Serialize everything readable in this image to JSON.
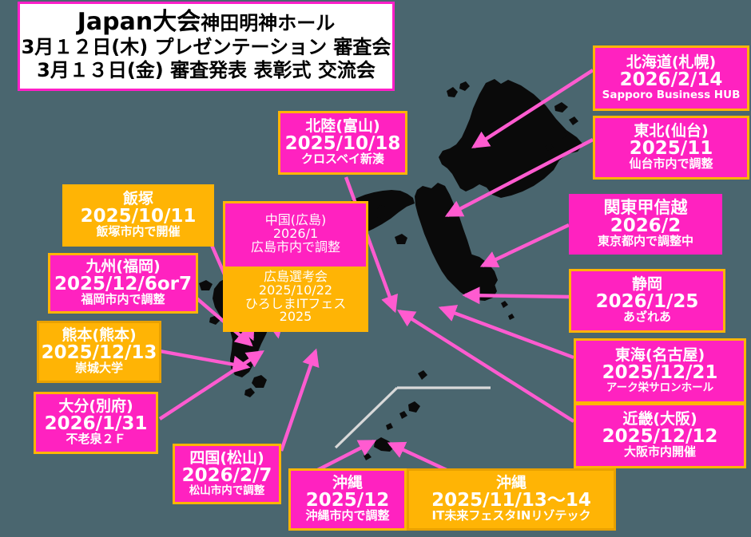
{
  "background_color": "#4a666f",
  "colors": {
    "pink": "#ff22c0",
    "gold": "#ffb405",
    "map_fill": "#000000",
    "arrow": "#ff5bd0",
    "title_border": "#ff1fc8",
    "title_bg": "#ffffff"
  },
  "title": {
    "line1_main": "Japan大会",
    "line1_sub": "神田明神ホール",
    "line2": "3月１２日(木)  プレゼンテーション 審査会",
    "line3": "3月１３日(金)  審査発表  表彰式  交流会"
  },
  "regions": [
    {
      "id": "hokkaido",
      "name": "北海道(札幌)",
      "date": "2026/2/14",
      "venue": "Sapporo Business HUB",
      "style": "pink-bordered"
    },
    {
      "id": "tohoku",
      "name": "東北(仙台)",
      "date": "2025/11",
      "venue": "仙台市内で調整",
      "style": "pink-bordered"
    },
    {
      "id": "kanto",
      "name": "関東甲信越",
      "date": "2026/2",
      "venue": "東京都内で調整中",
      "style": "pink"
    },
    {
      "id": "shizuoka",
      "name": "静岡",
      "date": "2026/1/25",
      "venue": "あざれあ",
      "style": "pink-bordered"
    },
    {
      "id": "tokai",
      "name": "東海(名古屋)",
      "date": "2025/12/21",
      "venue": "アーク栄サロンホール",
      "style": "pink-bordered"
    },
    {
      "id": "kinki",
      "name": "近畿(大阪)",
      "date": "2025/12/12",
      "venue": "大阪市内開催",
      "style": "pink-bordered"
    },
    {
      "id": "hokuriku",
      "name": "北陸(富山)",
      "date": "2025/10/18",
      "venue": "クロスベイ新湊",
      "style": "pink-bordered"
    },
    {
      "id": "chugoku",
      "name": "中国(広島)",
      "date": "2026/1",
      "venue": "広島市内で調整",
      "style": "pink-stacked"
    },
    {
      "id": "hiroshima-senkou",
      "name": "広島選考会",
      "date": "2025/10/22",
      "venue": "ひろしまITフェス2025",
      "style": "gold-stacked"
    },
    {
      "id": "iizuka",
      "name": "飯塚",
      "date": "2025/10/11",
      "venue": "飯塚市内で開催",
      "style": "gold"
    },
    {
      "id": "kyushu",
      "name": "九州(福岡)",
      "date": "2025/12/6or7",
      "venue": "福岡市内で調整",
      "style": "pink-bordered"
    },
    {
      "id": "kumamoto",
      "name": "熊本(熊本)",
      "date": "2025/12/13",
      "venue": "崇城大学",
      "style": "gold-bordered"
    },
    {
      "id": "oita",
      "name": "大分(別府)",
      "date": "2026/1/31",
      "venue": "不老泉２Ｆ",
      "style": "pink-bordered"
    },
    {
      "id": "shikoku",
      "name": "四国(松山)",
      "date": "2026/2/7",
      "venue": "松山市内で調整",
      "style": "pink-bordered"
    },
    {
      "id": "okinawa",
      "name": "沖縄",
      "date": "2025/12",
      "venue": "沖縄市内で調整",
      "style": "pink-bordered"
    },
    {
      "id": "okinawa-festa",
      "name": "沖縄",
      "date": "2025/11/13〜14",
      "venue": "IT未来フェスタINリゾテック",
      "style": "gold-bordered"
    }
  ]
}
